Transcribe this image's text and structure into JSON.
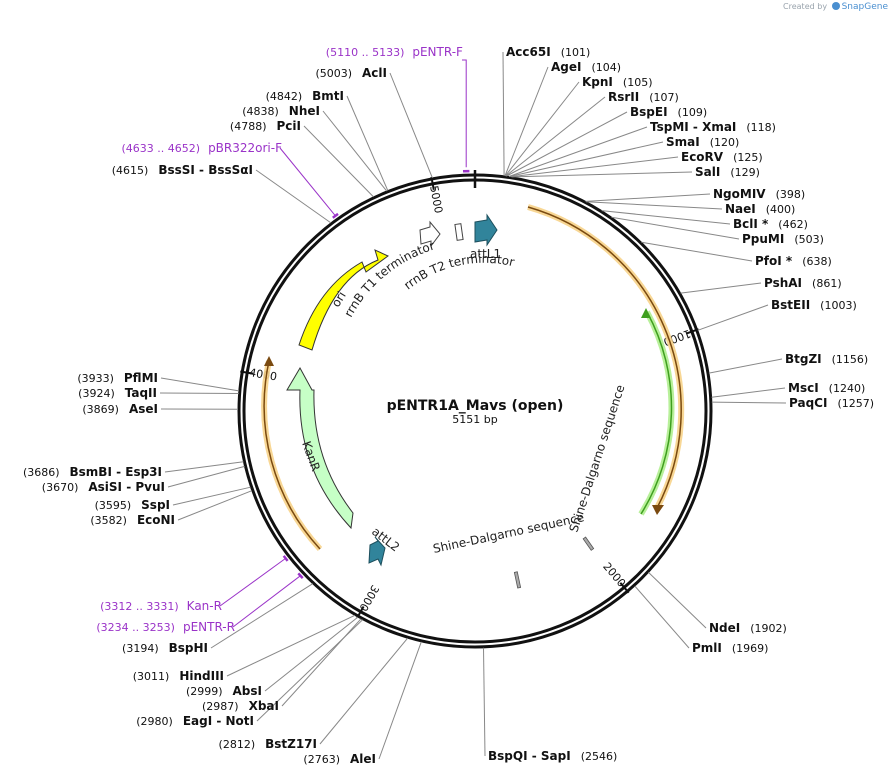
{
  "credit": {
    "prefix": "Created by",
    "brand": "SnapGene"
  },
  "map": {
    "name": "pENTR1A_Mavs (open)",
    "length_label": "5151 bp",
    "length_bp": 5151
  },
  "ticks": [
    {
      "label": "1000",
      "bp": 1000
    },
    {
      "label": "2000",
      "bp": 2000
    },
    {
      "label": "3000",
      "bp": 3000
    },
    {
      "label": "4000",
      "bp": 4000
    },
    {
      "label": "5000",
      "bp": 5000
    }
  ],
  "enzymes": [
    {
      "names": [
        "Acc65I"
      ],
      "pos": "(101)",
      "bp": 101
    },
    {
      "names": [
        "AgeI"
      ],
      "pos": "(104)",
      "bp": 104
    },
    {
      "names": [
        "KpnI"
      ],
      "pos": "(105)",
      "bp": 105
    },
    {
      "names": [
        "RsrII"
      ],
      "pos": "(107)",
      "bp": 107
    },
    {
      "names": [
        "BspEI"
      ],
      "pos": "(109)",
      "bp": 109
    },
    {
      "names": [
        "TspMI",
        "XmaI"
      ],
      "pos": "(118)",
      "bp": 118
    },
    {
      "names": [
        "SmaI"
      ],
      "pos": "(120)",
      "bp": 120
    },
    {
      "names": [
        "EcoRV"
      ],
      "pos": "(125)",
      "bp": 125
    },
    {
      "names": [
        "SalI"
      ],
      "pos": "(129)",
      "bp": 129
    },
    {
      "names": [
        "NgoMIV"
      ],
      "pos": "(398)",
      "bp": 398
    },
    {
      "names": [
        "NaeI"
      ],
      "pos": "(400)",
      "bp": 400
    },
    {
      "names": [
        "BclI *"
      ],
      "pos": "(462)",
      "bp": 462
    },
    {
      "names": [
        "PpuMI"
      ],
      "pos": "(503)",
      "bp": 503
    },
    {
      "names": [
        "PfoI *"
      ],
      "pos": "(638)",
      "bp": 638
    },
    {
      "names": [
        "PshAI"
      ],
      "pos": "(861)",
      "bp": 861
    },
    {
      "names": [
        "BstEII"
      ],
      "pos": "(1003)",
      "bp": 1003
    },
    {
      "names": [
        "BtgZI"
      ],
      "pos": "(1156)",
      "bp": 1156
    },
    {
      "names": [
        "MscI"
      ],
      "pos": "(1240)",
      "bp": 1240
    },
    {
      "names": [
        "PaqCI"
      ],
      "pos": "(1257)",
      "bp": 1257
    },
    {
      "names": [
        "NdeI"
      ],
      "pos": "(1902)",
      "bp": 1902
    },
    {
      "names": [
        "PmlI"
      ],
      "pos": "(1969)",
      "bp": 1969
    },
    {
      "names": [
        "BspQI",
        "SapI"
      ],
      "pos": "(2546)",
      "bp": 2546
    },
    {
      "names": [
        "AleI"
      ],
      "pos": "(2763)",
      "bp": 2763
    },
    {
      "names": [
        "BstZ17I"
      ],
      "pos": "(2812)",
      "bp": 2812
    },
    {
      "names": [
        "EagI",
        "NotI"
      ],
      "pos": "(2980)",
      "bp": 2980
    },
    {
      "names": [
        "XbaI"
      ],
      "pos": "(2987)",
      "bp": 2987
    },
    {
      "names": [
        "AbsI"
      ],
      "pos": "(2999)",
      "bp": 2999
    },
    {
      "names": [
        "HindIII"
      ],
      "pos": "(3011)",
      "bp": 3011
    },
    {
      "names": [
        "BspHI"
      ],
      "pos": "(3194)",
      "bp": 3194
    },
    {
      "names": [
        "EcoNI"
      ],
      "pos": "(3582)",
      "bp": 3582
    },
    {
      "names": [
        "SspI"
      ],
      "pos": "(3595)",
      "bp": 3595
    },
    {
      "names": [
        "AsiSI",
        "PvuI"
      ],
      "pos": "(3670)",
      "bp": 3670
    },
    {
      "names": [
        "BsmBI",
        "Esp3I"
      ],
      "pos": "(3686)",
      "bp": 3686
    },
    {
      "names": [
        "AseI"
      ],
      "pos": "(3869)",
      "bp": 3869
    },
    {
      "names": [
        "TaqII"
      ],
      "pos": "(3924)",
      "bp": 3924
    },
    {
      "names": [
        "PflMI"
      ],
      "pos": "(3933)",
      "bp": 3933
    },
    {
      "names": [
        "BssSI",
        "BssSαI"
      ],
      "pos": "(4615)",
      "bp": 4615
    },
    {
      "names": [
        "PciI"
      ],
      "pos": "(4788)",
      "bp": 4788
    },
    {
      "names": [
        "NheI"
      ],
      "pos": "(4838)",
      "bp": 4838
    },
    {
      "names": [
        "BmtI"
      ],
      "pos": "(4842)",
      "bp": 4842
    },
    {
      "names": [
        "AclI"
      ],
      "pos": "(5003)",
      "bp": 5003
    }
  ],
  "primers": [
    {
      "name": "pENTR-F",
      "range": "(5110 .. 5133)",
      "bp": 5121
    },
    {
      "name": "pBR322ori-F",
      "range": "(4633 .. 4652)",
      "bp": 4642
    },
    {
      "name": "Kan-R",
      "range": "(3312 .. 3331)",
      "bp": 3321
    },
    {
      "name": "pENTR-R",
      "range": "(3234 .. 3253)",
      "bp": 3243
    }
  ],
  "features": {
    "ori": "ori",
    "kanr": "KanR",
    "rrnb_t1": "rrnB T1 terminator",
    "rrnb_t2": "rrnB T2 terminator",
    "attl1": "attL1",
    "attl2": "attL2",
    "shine_dalgarno_1": "Shine-Dalgarno sequence",
    "shine_dalgarno_2": "Shine-Dalgarno sequence"
  },
  "colors": {
    "ori": "#ffff00",
    "kanr": "#c6ffc6",
    "att": "#31849b",
    "orf_outline": "#f5c060",
    "cds_green": "#3f9f1f",
    "primer": "#9a33c8",
    "backbone": "#111111"
  }
}
